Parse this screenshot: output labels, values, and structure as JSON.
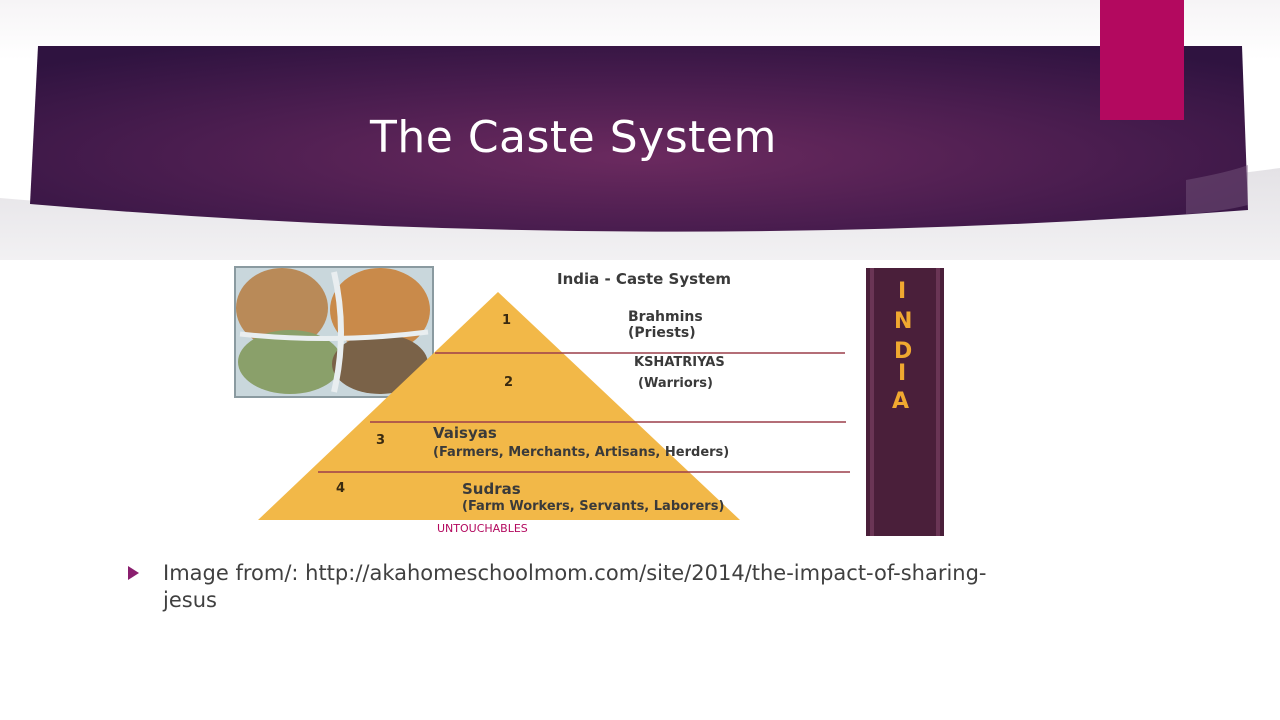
{
  "slide": {
    "title": "The Caste System",
    "caption": "Image from/: http://akahomeschoolmom.com/site/2014/the-impact-of-sharing-jesus"
  },
  "figure": {
    "heading": "India - Caste System",
    "side_banner_letters": [
      "I",
      "N",
      "D",
      "I",
      "A"
    ],
    "levels": [
      {
        "number": "1",
        "name": "Brahmins",
        "detail": "(Priests)"
      },
      {
        "number": "2",
        "name": "KSHATRIYAS",
        "detail": "(Warriors)"
      },
      {
        "number": "3",
        "name": "Vaisyas",
        "detail": "(Farmers, Merchants, Artisans, Herders)"
      },
      {
        "number": "4",
        "name": "Sudras",
        "detail": "(Farm Workers, Servants, Laborers)"
      }
    ],
    "footer_label": "UNTOUCHABLES"
  },
  "colors": {
    "header_purple": "#3d1745",
    "accent_pink": "#b3095f",
    "pyramid_gold": "#f2b848",
    "divider_red": "#9c3e4a",
    "banner_maroon": "#4a1f3a",
    "banner_letters": "#f0a830"
  },
  "icons": {
    "bullet": "triangle-right-icon",
    "photo": "india-collage-image"
  }
}
